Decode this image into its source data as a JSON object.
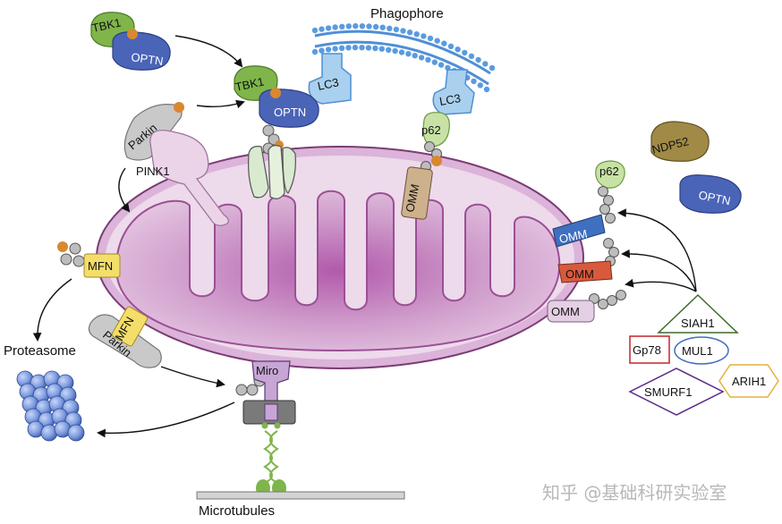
{
  "labels": {
    "phagophore": "Phagophore",
    "tbk1": "TBK1",
    "optn": "OPTN",
    "lc3": "LC3",
    "p62": "p62",
    "parkin": "Parkin",
    "pink1": "PINK1",
    "omm": "OMM",
    "mfn": "MFN",
    "proteasome": "Proteasome",
    "miro": "Miro",
    "microtubules": "Microtubules",
    "ndp52": "NDP52",
    "siah1": "SIAH1",
    "gp78": "Gp78",
    "mul1": "MUL1",
    "arih1": "ARIH1",
    "smurf1": "SMURF1"
  },
  "watermark": "知乎 @基础科研实验室",
  "colors": {
    "mito_outer": "#d7a6d3",
    "mito_inner": "#b96cb4",
    "matrix": "#c88ec4",
    "tbk1": "#7fb54a",
    "optn": "#4a64b8",
    "lc3": "#a9d0ee",
    "p62": "#c7e2a4",
    "parkin": "#c9c9c9",
    "mfn": "#f4de6a",
    "proteasome": "#6f8fd8",
    "phospho": "#d9882f",
    "ndp52": "#a08a45"
  }
}
